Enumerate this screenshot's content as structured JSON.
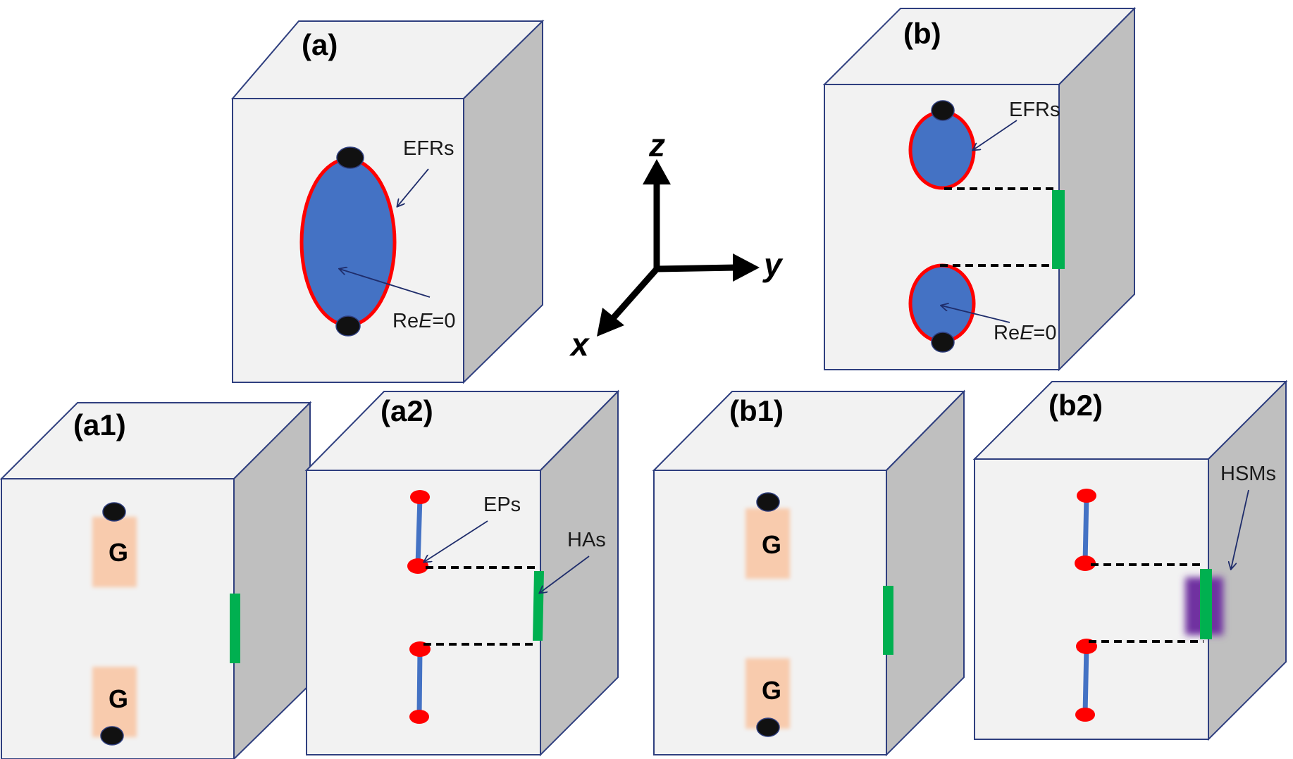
{
  "colors": {
    "face_front": "#f2f2f2",
    "face_side": "#bfbfbf",
    "edge": "#2f3f7f",
    "ellipse_fill": "#4472c4",
    "ellipse_stroke": "#ff0000",
    "point_dark": "#111111",
    "point_red": "#ff0000",
    "line_blue": "#4472c4",
    "hinge_green": "#00b050",
    "hsm_purple": "#7030a0",
    "g_blob": "#f8cbad"
  },
  "panels": {
    "a": {
      "label": "(a)",
      "efr_label": "EFRs",
      "ree_prefix": "Re",
      "ree_var": "E",
      "ree_suffix": "=0"
    },
    "b": {
      "label": "(b)",
      "efr_label": "EFRs",
      "ree_prefix": "Re",
      "ree_var": "E",
      "ree_suffix": "=0"
    },
    "a1": {
      "label": "(a1)",
      "g_top": "G",
      "g_bottom": "G"
    },
    "a2": {
      "label": "(a2)",
      "ep_label": "EPs",
      "ha_label": "HAs"
    },
    "b1": {
      "label": "(b1)",
      "g_top": "G",
      "g_bottom": "G"
    },
    "b2": {
      "label": "(b2)",
      "hsm_label": "HSMs"
    }
  },
  "axes": {
    "z": "z",
    "y": "y",
    "x": "x"
  }
}
